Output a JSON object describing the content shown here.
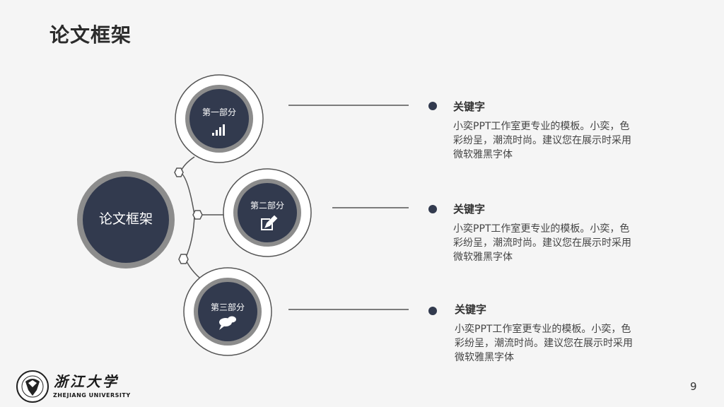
{
  "page": {
    "title": "论文框架",
    "page_number": "9"
  },
  "center": {
    "label": "论文框架"
  },
  "nodes": [
    {
      "label": "第一部分",
      "icon": "bar-chart-icon"
    },
    {
      "label": "第二部分",
      "icon": "edit-icon"
    },
    {
      "label": "第三部分",
      "icon": "chat-bubbles-icon"
    }
  ],
  "keywords": [
    {
      "title": "关键字",
      "body": "小奕PPT工作室更专业的模板。小奕，色彩纷呈，潮流时尚。建议您在展示时采用微软雅黑字体"
    },
    {
      "title": "关键字",
      "body": "小奕PPT工作室更专业的模板。小奕，色彩纷呈，潮流时尚。建议您在展示时采用微软雅黑字体"
    },
    {
      "title": "关键字",
      "body": "小奕PPT工作室更专业的模板。小奕，色彩纷呈，潮流时尚。建议您在展示时采用微软雅黑字体"
    }
  ],
  "logo": {
    "name_cn": "浙江大学",
    "name_en": "ZHEJIANG UNIVERSITY",
    "icon": "university-seal-icon"
  },
  "colors": {
    "navy": "#323a4e",
    "ring_gray": "#8c8c8c",
    "line": "#555555"
  }
}
